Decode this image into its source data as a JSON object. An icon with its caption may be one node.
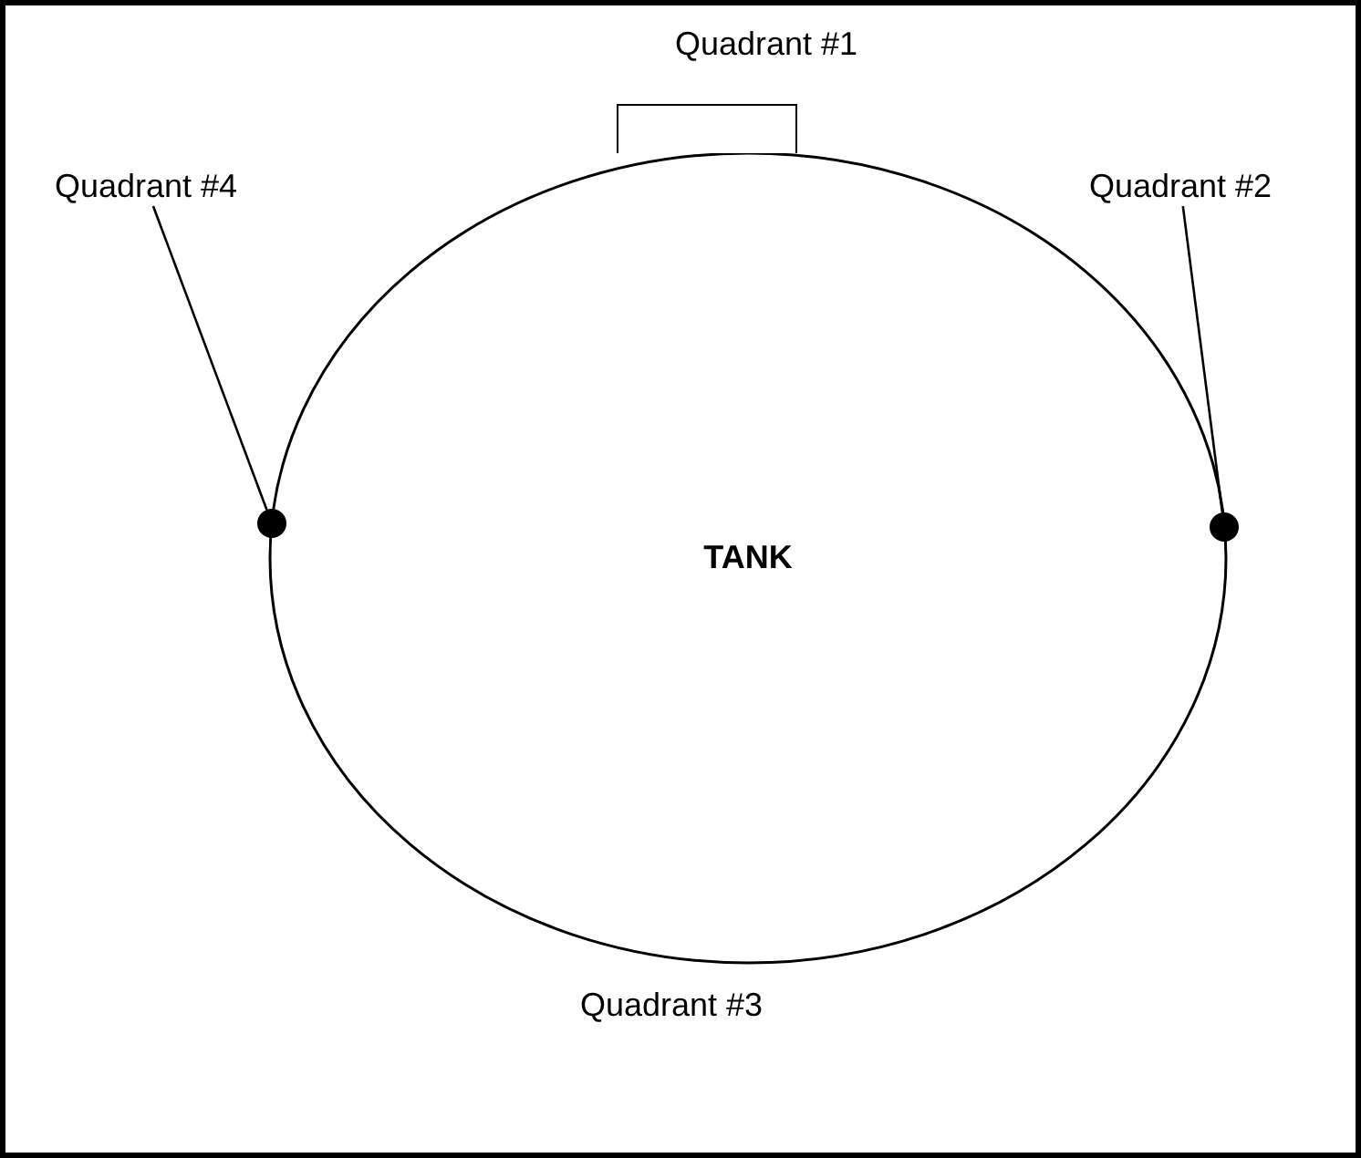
{
  "diagram": {
    "nodes": [
      {
        "text": [
          "TANK"
        ]
      },
      {
        "text": [],
        "shape": "box"
      },
      {
        "text": [
          "Quadrant #4"
        ]
      },
      {
        "text": [
          "Quadrant #2"
        ]
      },
      {
        "text": [],
        "shape": "circle"
      },
      {
        "text": [],
        "shape": "circle"
      }
    ],
    "edges": [
      {
        "from": 2,
        "to": 4,
        "arrow": "none"
      },
      {
        "from": 3,
        "to": 5,
        "arrow": "none"
      }
    ],
    "labels": [
      "Quadrant #1",
      "Quadrant #3"
    ]
  }
}
